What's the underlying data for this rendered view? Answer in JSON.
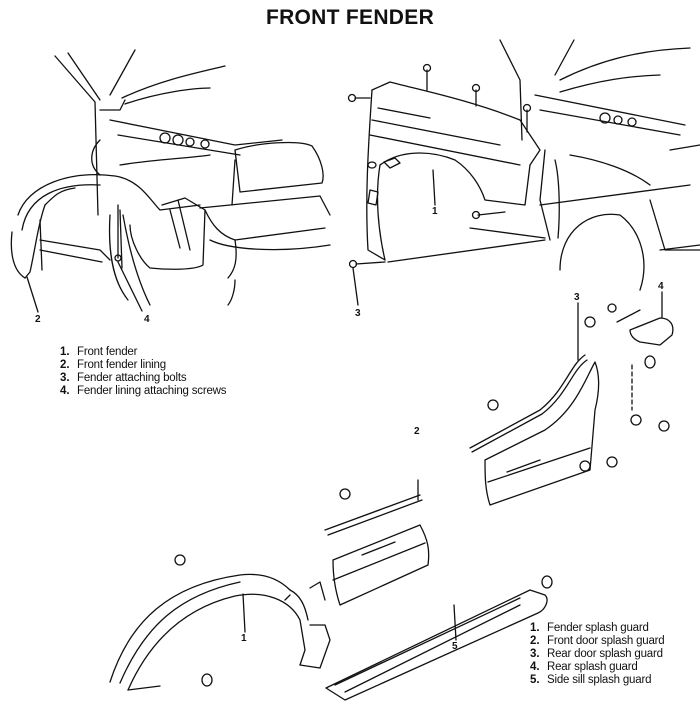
{
  "title": "FRONT FENDER",
  "figure_left": {
    "callouts": [
      "2",
      "4"
    ]
  },
  "figure_right": {
    "callouts": [
      "1",
      "3"
    ]
  },
  "figure_bottom": {
    "callouts": [
      "1",
      "2",
      "3",
      "4",
      "5"
    ]
  },
  "legend_top": [
    {
      "num": "1.",
      "label": "Front fender"
    },
    {
      "num": "2.",
      "label": "Front fender lining"
    },
    {
      "num": "3.",
      "label": "Fender attaching bolts"
    },
    {
      "num": "4.",
      "label": "Fender lining attaching screws"
    }
  ],
  "legend_bottom": [
    {
      "num": "1.",
      "label": "Fender splash guard"
    },
    {
      "num": "2.",
      "label": "Front door splash guard"
    },
    {
      "num": "3.",
      "label": "Rear door splash guard"
    },
    {
      "num": "4.",
      "label": "Rear splash guard"
    },
    {
      "num": "5.",
      "label": "Side sill splash guard"
    }
  ]
}
